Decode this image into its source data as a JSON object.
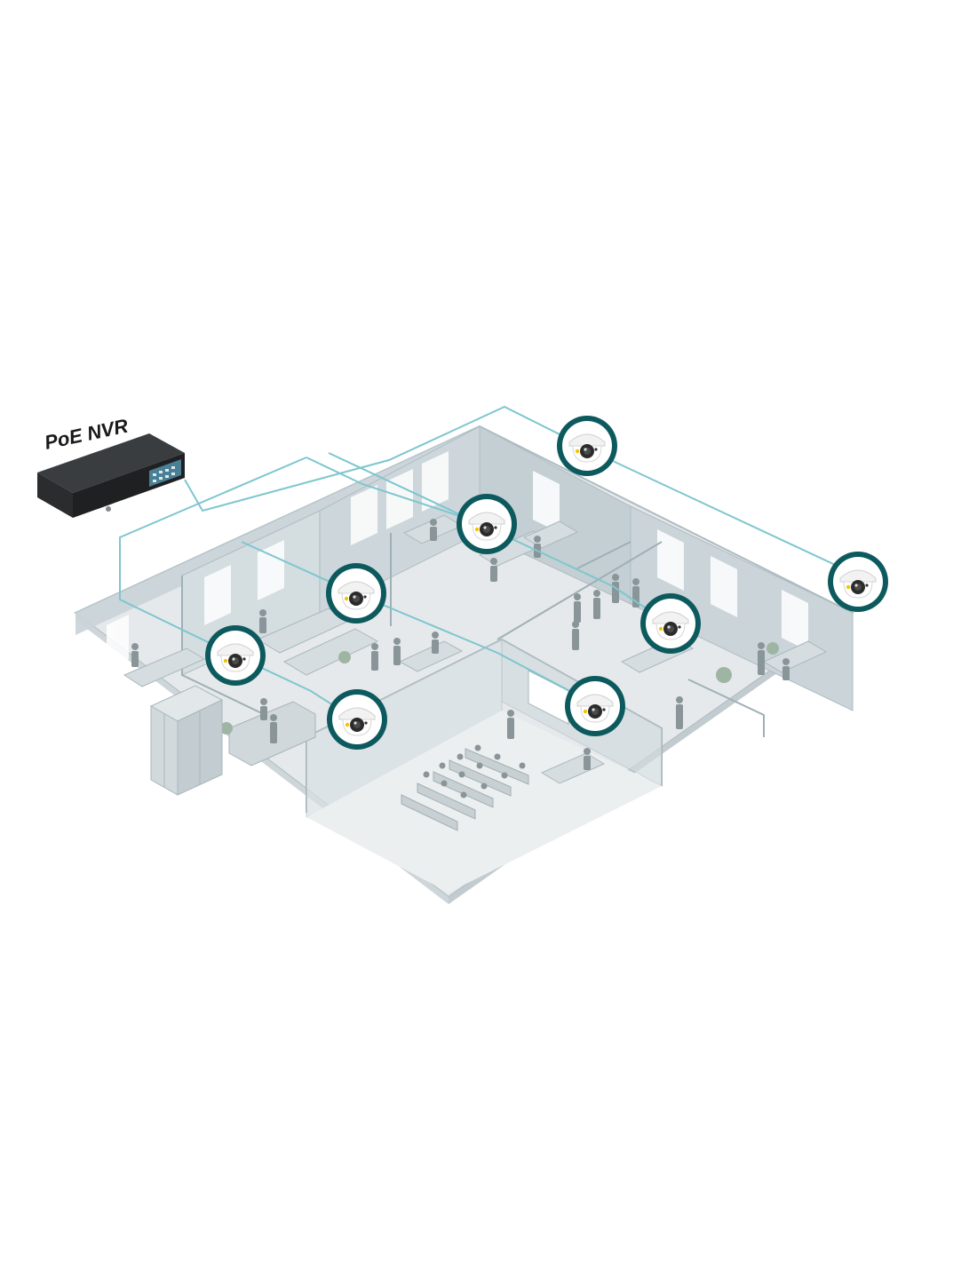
{
  "nvr": {
    "label": "PoE NVR"
  },
  "colors": {
    "accent": "#0d5a5e",
    "cable": "#7ec6cf",
    "floor": "#e3e6e8",
    "wall": "#c9d4d8",
    "wall_dark": "#aab8be",
    "outline": "#9fb0b6"
  },
  "cameras": [
    {
      "name": "camera-top-right-corner",
      "icon": "dome-camera-icon"
    },
    {
      "name": "camera-right-wing",
      "icon": "dome-camera-icon"
    },
    {
      "name": "camera-north-office",
      "icon": "dome-camera-icon"
    },
    {
      "name": "camera-open-office",
      "icon": "dome-camera-icon"
    },
    {
      "name": "camera-lobby-corridor",
      "icon": "dome-camera-icon"
    },
    {
      "name": "camera-reception",
      "icon": "dome-camera-icon"
    },
    {
      "name": "camera-reception-lower",
      "icon": "dome-camera-icon"
    },
    {
      "name": "camera-meeting-room",
      "icon": "dome-camera-icon"
    }
  ]
}
